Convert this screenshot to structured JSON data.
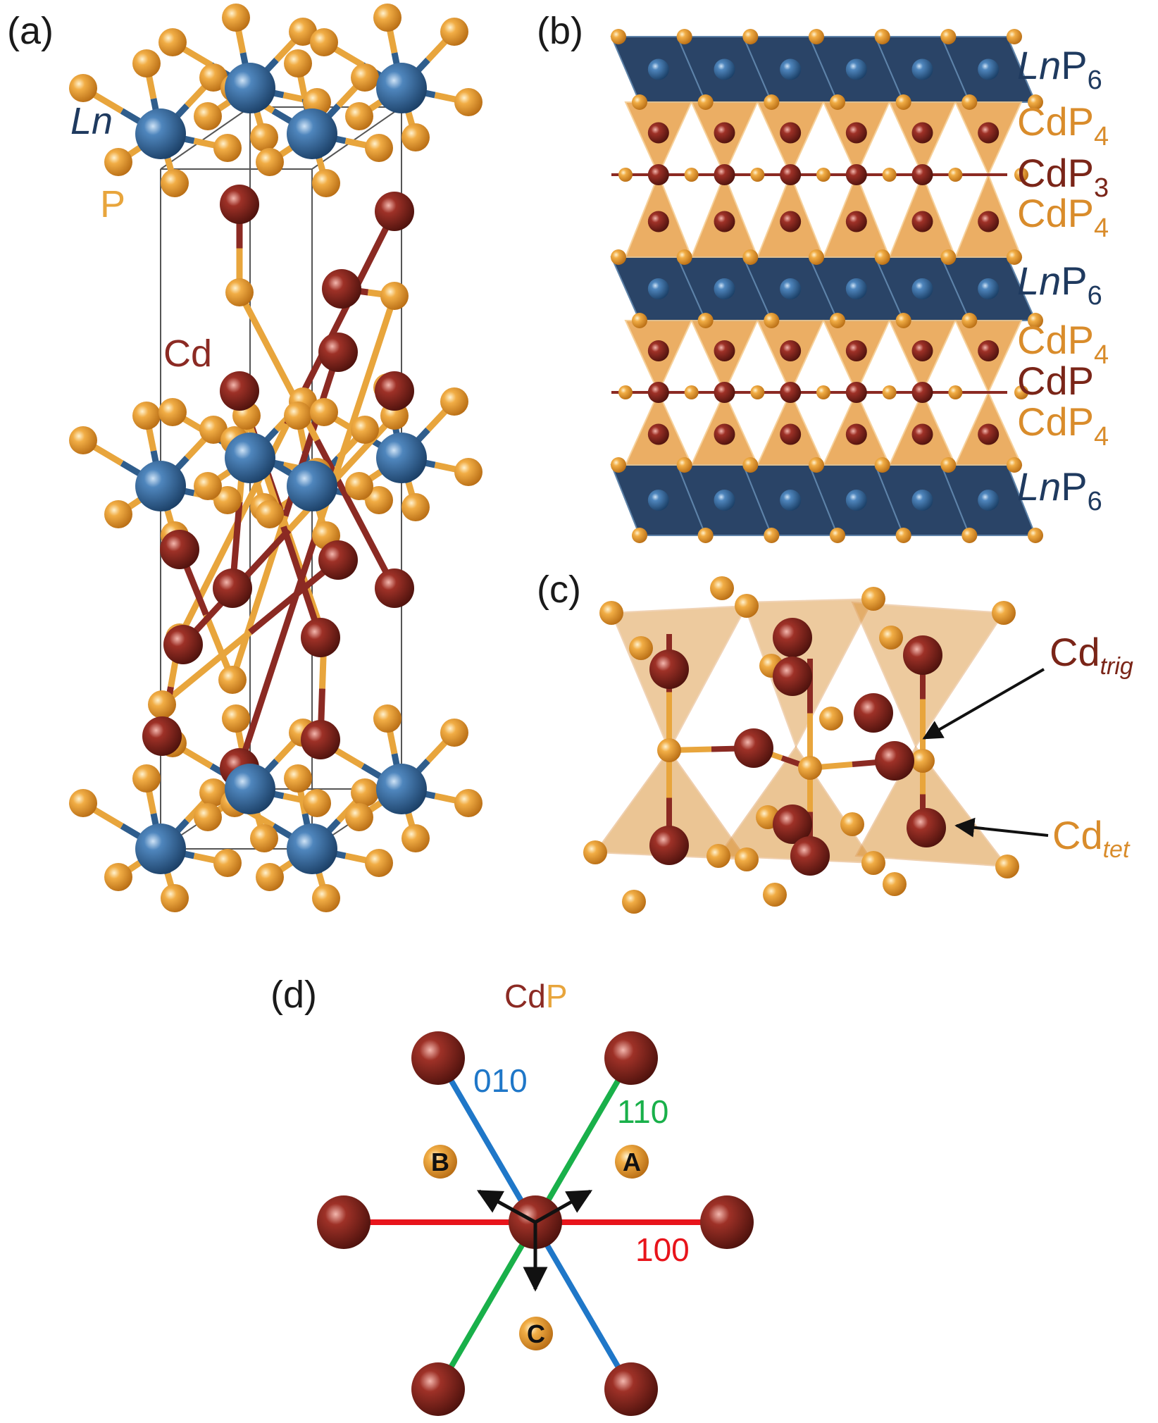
{
  "panels": {
    "a": {
      "label": "(a)",
      "atom_labels": {
        "ln": "Ln",
        "p": "P",
        "cd": "Cd"
      }
    },
    "b": {
      "label": "(b)",
      "layers": [
        {
          "main": "Ln",
          "rest": "P",
          "sub": "6",
          "italic_prefix": true,
          "color": "#1f3a5f"
        },
        {
          "main": "CdP",
          "rest": "",
          "sub": "4",
          "italic_prefix": false,
          "color": "#d98c2b"
        },
        {
          "main": "CdP",
          "rest": "",
          "sub": "3",
          "italic_prefix": false,
          "color": "#7a2518"
        },
        {
          "main": "CdP",
          "rest": "",
          "sub": "4",
          "italic_prefix": false,
          "color": "#d98c2b"
        },
        {
          "main": "Ln",
          "rest": "P",
          "sub": "6",
          "italic_prefix": true,
          "color": "#1f3a5f"
        },
        {
          "main": "CdP",
          "rest": "",
          "sub": "4",
          "italic_prefix": false,
          "color": "#d98c2b"
        },
        {
          "main": "CdP",
          "rest": "",
          "sub": "",
          "italic_prefix": false,
          "color": "#7a2518"
        },
        {
          "main": "CdP",
          "rest": "",
          "sub": "4",
          "italic_prefix": false,
          "color": "#d98c2b"
        },
        {
          "main": "Ln",
          "rest": "P",
          "sub": "6",
          "italic_prefix": true,
          "color": "#1f3a5f"
        }
      ]
    },
    "c": {
      "label": "(c)",
      "cd_trig": {
        "base": "Cd",
        "sub": "trig"
      },
      "cd_tet": {
        "base": "Cd",
        "sub": "tet"
      }
    },
    "d": {
      "label": "(d)",
      "title_cd": "Cd",
      "title_p": "P",
      "directions": {
        "d010": "010",
        "d110": "110",
        "d100": "100"
      },
      "sites": {
        "a": "A",
        "b": "B",
        "c": "C"
      }
    }
  },
  "colors": {
    "ln": "#2f5d8c",
    "p": "#e8a53c",
    "cd": "#8b2a23",
    "ln_layer": "#1f3a5f",
    "cdp4_layer": "#d98c2b",
    "cdp_layer": "#7a2518",
    "dir_010": "#1f77c8",
    "dir_110": "#19b04a",
    "dir_100": "#e8141b"
  }
}
